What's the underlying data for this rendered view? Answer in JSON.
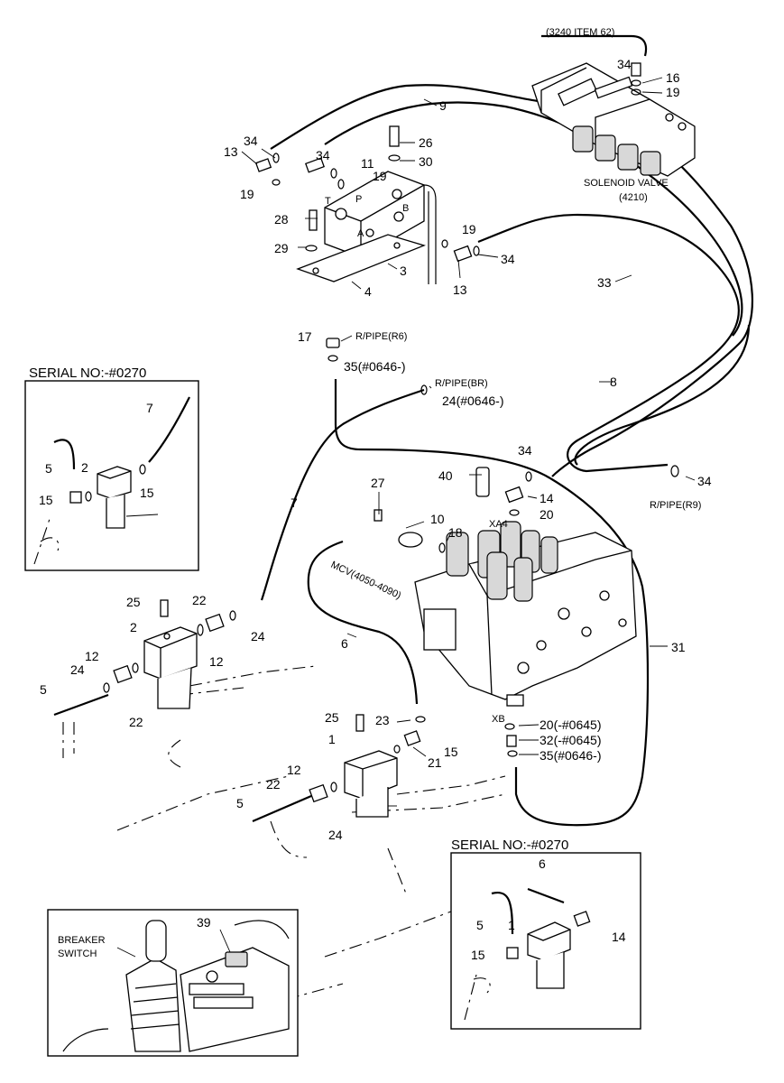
{
  "callouts": {
    "c3240": "(3240 ITEM 62)",
    "c34a": "34",
    "c16": "16",
    "c19a": "19",
    "c9": "9",
    "solenoid": "SOLENOID VALVE",
    "solenoid_no": "(4210)",
    "c13a": "13",
    "c34b": "34",
    "c26": "26",
    "c34c": "34",
    "c11": "11",
    "c30": "30",
    "c19b": "19",
    "c19c": "19",
    "c28": "28",
    "c19d": "19",
    "c29": "29",
    "c3": "3",
    "c4": "4",
    "c13b": "13",
    "c34d": "34",
    "c33": "33",
    "c17": "17",
    "rpipe_r6": "R/PIPE(R6)",
    "c35a": "35(#0646-)",
    "rpipe_br": "R/PIPE(BR)",
    "c24a": "24(#0646-)",
    "c8": "8",
    "c34e": "34",
    "c40": "40",
    "c14a": "14",
    "c20a": "20",
    "xa4": "XA4",
    "c34f": "34",
    "rpipe_r9": "R/PIPE(R9)",
    "c27": "27",
    "c10": "10",
    "c18": "18",
    "c7a": "7",
    "mcv": "MCV(4050-4090)",
    "c25a": "25",
    "c22a": "22",
    "c2a": "2",
    "c24b": "24",
    "c12a": "12",
    "c24c": "24",
    "c5a": "5",
    "c22b": "22",
    "c6a": "6",
    "c31": "31",
    "xb": "XB",
    "c20b": "20(-#0645)",
    "c32": "32(-#0645)",
    "c35b": "35(#0646-)",
    "c25b": "25",
    "c23": "23",
    "c15a": "15",
    "c21": "21",
    "c1a": "1",
    "c12b": "12",
    "c22c": "22",
    "c5b": "5",
    "c24d": "24"
  },
  "inset_top": {
    "title": "SERIAL NO:-#0270",
    "c7": "7",
    "c5": "5",
    "c2": "2",
    "c15a": "15",
    "c15b": "15"
  },
  "inset_bottom": {
    "title": "SERIAL NO:-#0270",
    "c6": "6",
    "c5": "5",
    "c1": "1",
    "c14": "14",
    "c15": "15"
  },
  "inset_cab": {
    "breaker": "BREAKER",
    "switch": "SWITCH",
    "c39": "39"
  }
}
